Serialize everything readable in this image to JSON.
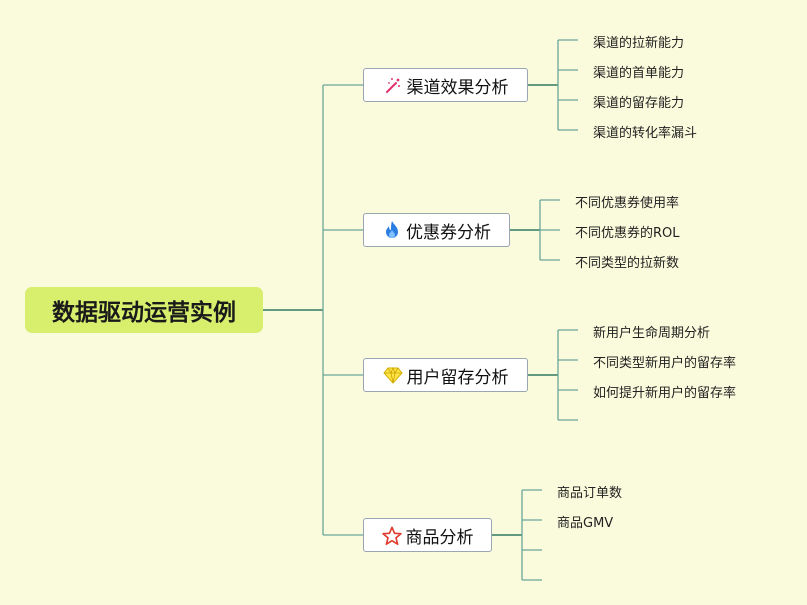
{
  "root": {
    "label": "数据驱动运营实例"
  },
  "branches": [
    {
      "label": "渠道效果分析",
      "icon": "magic-wand-icon",
      "children": [
        "渠道的拉新能力",
        "渠道的首单能力",
        "渠道的留存能力",
        "渠道的转化率漏斗"
      ]
    },
    {
      "label": "优惠券分析",
      "icon": "fire-icon",
      "children": [
        "不同优惠券使用率",
        "不同优惠券的ROL",
        "不同类型的拉新数"
      ]
    },
    {
      "label": "用户留存分析",
      "icon": "diamond-icon",
      "children": [
        "新用户生命周期分析",
        "不同类型新用户的留存率",
        "如何提升新用户的留存率",
        ""
      ]
    },
    {
      "label": "商品分析",
      "icon": "star-icon",
      "children": [
        "商品订单数",
        "商品GMV",
        "",
        ""
      ]
    }
  ],
  "colors": {
    "background": "#fafadc",
    "root": "#d8ef6e",
    "connector": "#6aa89a",
    "connector_dark": "#2e7a5e"
  }
}
